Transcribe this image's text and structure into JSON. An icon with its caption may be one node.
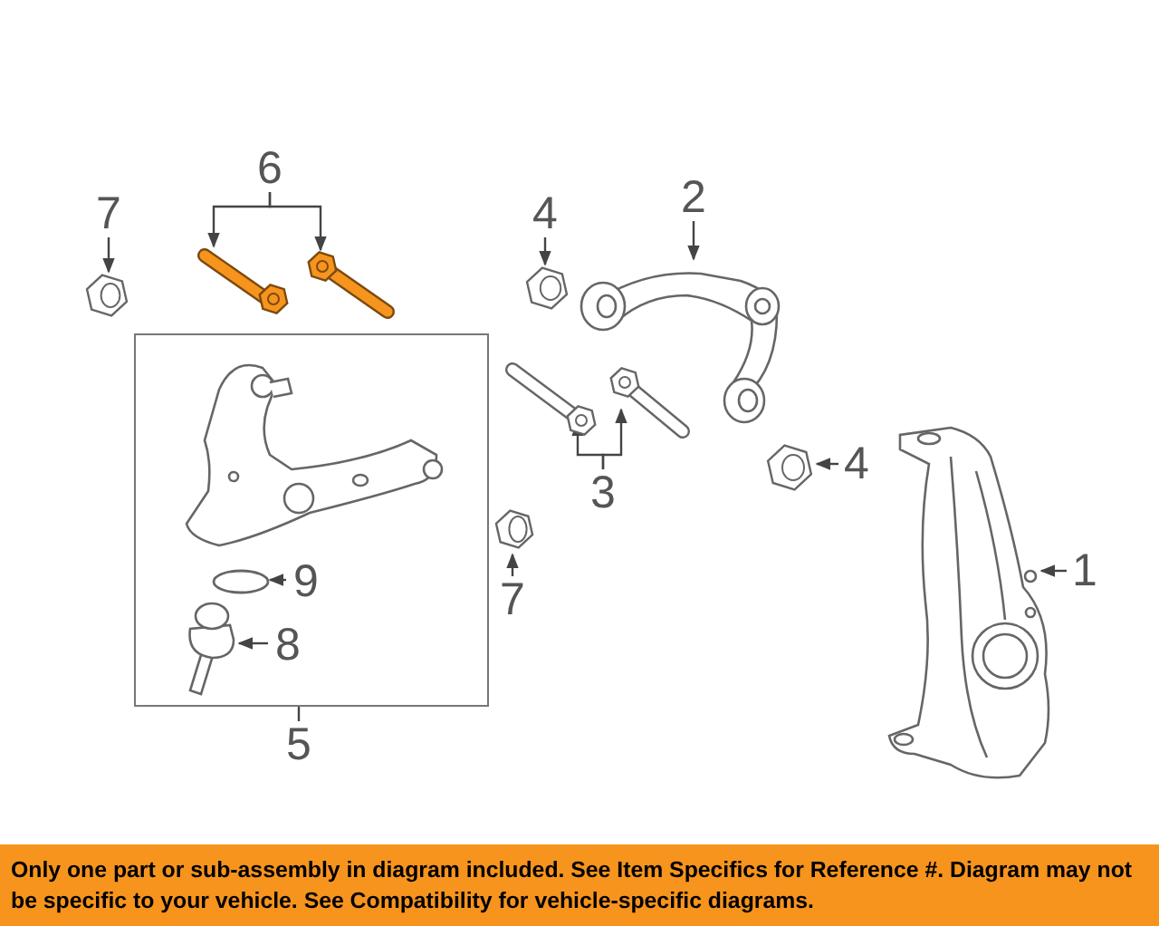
{
  "diagram": {
    "caption": "Only one part or sub-assembly in diagram included. See Item Specifics for Reference #. Diagram may not be specific to your vehicle. See Compatibility for vehicle-specific diagrams.",
    "nodes": [
      {
        "text": [
          "6"
        ]
      },
      {
        "text": [],
        "shape": "picture"
      },
      {
        "text": [],
        "shape": "picture"
      },
      {
        "text": [
          "7"
        ]
      },
      {
        "text": [],
        "shape": "picture"
      },
      {
        "text": [
          "4"
        ]
      },
      {
        "text": [],
        "shape": "picture"
      },
      {
        "text": [
          "2"
        ]
      },
      {
        "text": [],
        "shape": "picture"
      },
      {
        "text": [],
        "shape": "box"
      },
      {
        "text": [],
        "shape": "picture",
        "in": 9
      },
      {
        "text": [],
        "shape": "circle",
        "in": 9
      },
      {
        "text": [
          "9"
        ],
        "in": 9
      },
      {
        "text": [],
        "shape": "picture",
        "in": 9
      },
      {
        "text": [
          "8"
        ],
        "in": 9
      },
      {
        "text": [
          "5"
        ]
      },
      {
        "text": [],
        "shape": "picture"
      },
      {
        "text": [],
        "shape": "picture"
      },
      {
        "text": [
          "3"
        ]
      },
      {
        "text": [],
        "shape": "picture"
      },
      {
        "text": [
          "4"
        ]
      },
      {
        "text": [],
        "shape": "picture"
      },
      {
        "text": [
          "7"
        ]
      },
      {
        "text": [],
        "shape": "picture"
      },
      {
        "text": [
          "1"
        ]
      }
    ],
    "edges": [
      {
        "from": 0,
        "to": 1,
        "arrow": "to"
      },
      {
        "from": 0,
        "to": 2,
        "arrow": "to"
      },
      {
        "from": 3,
        "to": 4,
        "arrow": "to"
      },
      {
        "from": 5,
        "to": 6,
        "arrow": "to"
      },
      {
        "from": 7,
        "to": 8,
        "arrow": "to"
      },
      {
        "from": 15,
        "to": 9,
        "arrow": "none"
      },
      {
        "from": 12,
        "to": 11,
        "arrow": "to"
      },
      {
        "from": 14,
        "to": 13,
        "arrow": "to"
      },
      {
        "from": 18,
        "to": 16,
        "arrow": "to"
      },
      {
        "from": 18,
        "to": 17,
        "arrow": "to"
      },
      {
        "from": 20,
        "to": 19,
        "arrow": "to"
      },
      {
        "from": 22,
        "to": 21,
        "arrow": "to"
      },
      {
        "from": 24,
        "to": 23,
        "arrow": "to"
      }
    ]
  }
}
